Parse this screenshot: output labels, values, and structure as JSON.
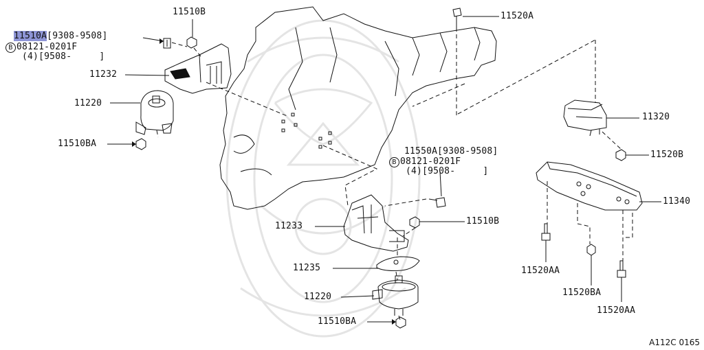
{
  "diagram": {
    "code": "A112C 0165",
    "colors": {
      "line": "#111111",
      "highlight": "#8e95d6",
      "watermark": "#e4e4e4"
    }
  },
  "labels": {
    "part_11510B_top": "11510B",
    "part_11510A": "11510A",
    "part_11510A_range": "[9308-9508]",
    "bolt_mark": "B",
    "bolt_no_top": "08121-0201F",
    "bolt_qty_top": "(4)[9508-     ]",
    "part_11232": "11232",
    "part_11220_top": "11220",
    "part_11510BA_top": "11510BA",
    "part_11520A": "11520A",
    "part_11550A": "11550A[9308-9508]",
    "bolt_no_mid": "08121-0201F",
    "bolt_qty_mid": "(4)[9508-     ]",
    "part_11233": "11233",
    "part_11510B_mid": "11510B",
    "part_11235": "11235",
    "part_11220_bot": "11220",
    "part_11510BA_bot": "11510BA",
    "part_11320": "11320",
    "part_11520B": "11520B",
    "part_11340": "11340",
    "part_11520AA_left": "11520AA",
    "part_11520BA": "11520BA",
    "part_11520AA_right": "11520AA"
  }
}
